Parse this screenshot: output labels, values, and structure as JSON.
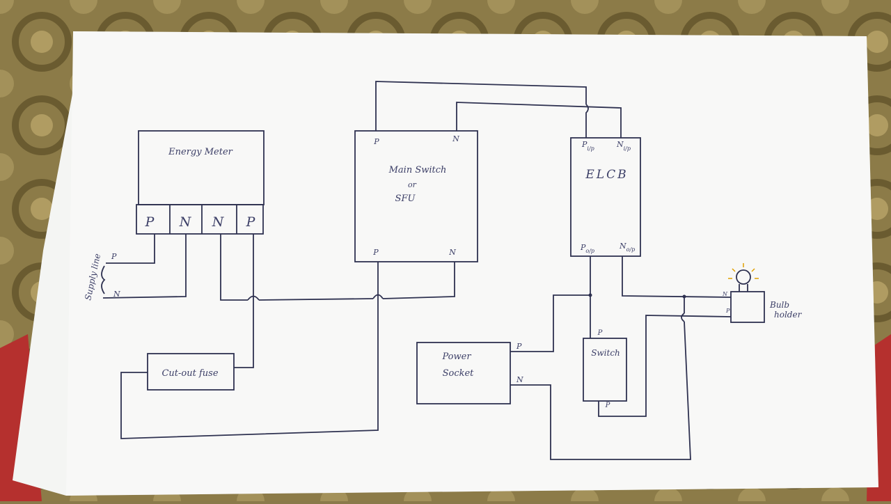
{
  "colors": {
    "paper": "#f4f5f3",
    "ink": "#2e3150",
    "fabric_dark": "#6d5f33",
    "fabric_light": "#a8975e",
    "red_cloth": "#b5302e"
  },
  "diagram": {
    "energy_meter": {
      "label": "Energy Meter",
      "terminals": [
        "P",
        "N",
        "N",
        "P"
      ]
    },
    "supply_line": {
      "label": "Supply line",
      "p": "P",
      "n": "N"
    },
    "main_switch": {
      "line1": "Main Switch",
      "line2": "or",
      "line3": "SFU",
      "p_top": "P",
      "n_top": "N",
      "p_bottom": "P",
      "n_bottom": "N"
    },
    "elcb": {
      "label": "ELCB",
      "p_in": "P",
      "p_in_sub": "i/p",
      "n_in": "N",
      "n_in_sub": "i/p",
      "p_out": "P",
      "p_out_sub": "o/p",
      "n_out": "N",
      "n_out_sub": "o/p"
    },
    "cutout_fuse": {
      "label": "Cut-out fuse"
    },
    "power_socket": {
      "line1": "Power",
      "line2": "Socket",
      "p": "P",
      "n": "N"
    },
    "switch": {
      "label": "Switch",
      "p_top": "P",
      "p_bottom": "P"
    },
    "bulb_holder": {
      "line1": "Bulb",
      "line2": "holder",
      "n": "N",
      "p": "P"
    }
  }
}
